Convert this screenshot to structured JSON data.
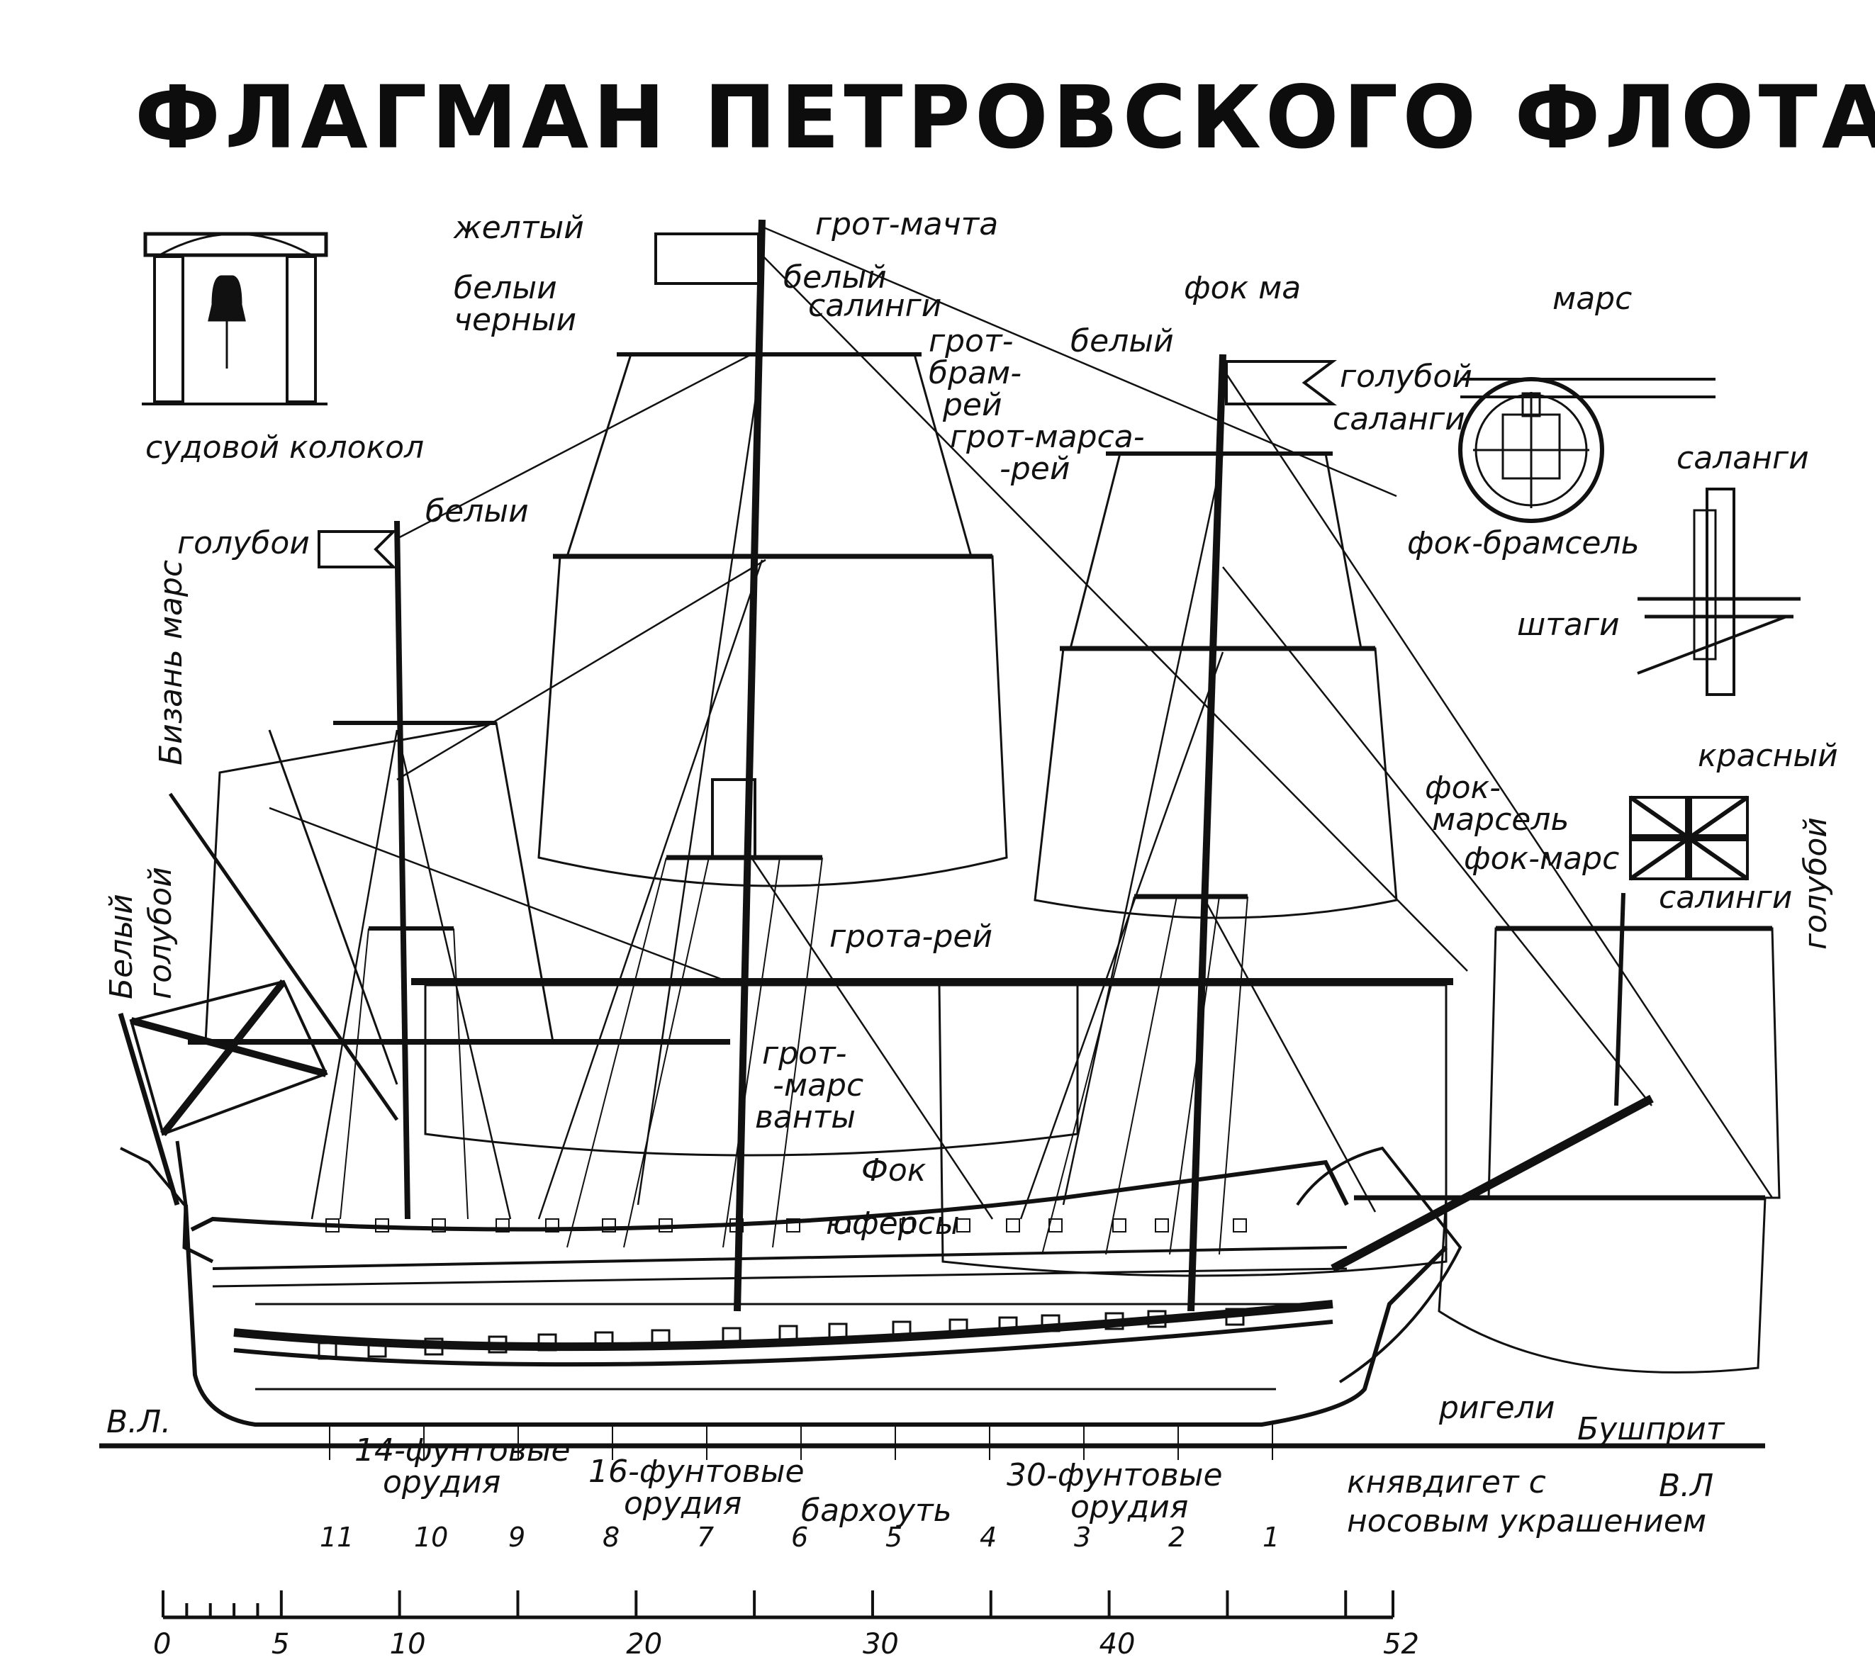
{
  "title": "ФЛАГМАН ПЕТРОВСКОГО ФЛОТА",
  "labels": {
    "bell": "судовой колокол",
    "yellow": "желтый",
    "white_black_1": "белыи",
    "white_black_2": "черныи",
    "main_mast": "грот-мачта",
    "white_1": "белый",
    "salingi_1": "салинги",
    "grot_bram_1": "грот-",
    "grot_bram_2": "брам-",
    "grot_bram_3": "рей",
    "fore_mast": "фок ма",
    "white_fore": "белый",
    "grot_mars_1": "грот-марса-",
    "grot_mars_2": "-рей",
    "blue_fore": "голубой",
    "salangi_1": "саланги",
    "mars": "марс",
    "salangi_2": "саланги",
    "fore_bramsel": "фок-брамсель",
    "stays": "штаги",
    "white_mizzen": "белыи",
    "blue_mizzen": "голубои",
    "mizzen_top": "Бизань марс",
    "red": "красный",
    "fore_topsail_1": "фок-",
    "fore_topsail_2": "марсель",
    "fore_top": "фок-марс",
    "salingi_2": "салинги",
    "blue_right": "голубой",
    "white_left": "Белый",
    "blue_left": "голубой",
    "main_yard": "грота-рей",
    "main_shrouds_1": "грот-",
    "main_shrouds_2": "-марс",
    "main_shrouds_3": "ванты",
    "fore_label": "Фок",
    "deadeyes": "юферсы",
    "waterline_left": "В.Л.",
    "waterline_right": "В.Л",
    "gun14_1": "14-фунтовые",
    "gun14_2": "орудия",
    "gun16_1": "16-фунтовые",
    "gun16_2": "орудия",
    "wales": "бархоуть",
    "gun30_1": "30-фунтовые",
    "gun30_2": "орудия",
    "rails": "ригели",
    "bowsprit": "Бушприт",
    "head_1": "княвдигет с",
    "head_2": "носовым украшением"
  },
  "frame_numbers": [
    "11",
    "10",
    "9",
    "8",
    "7",
    "6",
    "5",
    "4",
    "3",
    "2",
    "1"
  ],
  "scale": {
    "ticks": [
      "0",
      "5",
      "10",
      "20",
      "30",
      "40",
      "52"
    ]
  }
}
